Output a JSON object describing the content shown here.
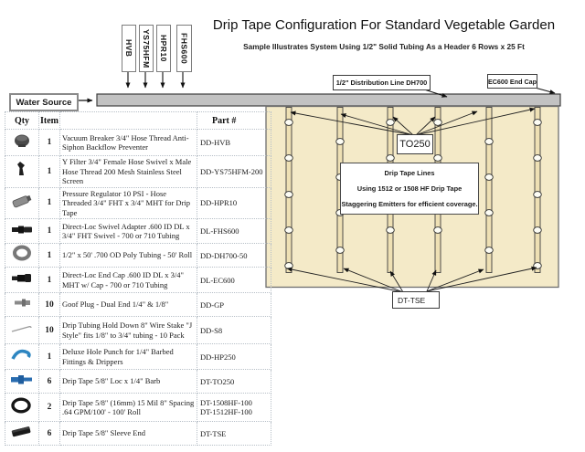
{
  "title": "Drip Tape Configuration For Standard Vegetable Garden",
  "subtitle": "Sample Illustrates System Using 1/2\" Solid Tubing As a Header  6 Rows x 25 Ft",
  "header_components": [
    {
      "label": "HVB"
    },
    {
      "label": "YS75HFM"
    },
    {
      "label": "HPR10"
    },
    {
      "label": "FHS600"
    }
  ],
  "water_source_label": "Water Source",
  "distribution_line_label": "1/2\" Distribution Line DH700",
  "end_cap_label": "EC600 End Cap",
  "diagram": {
    "rows": 6,
    "row_length_ft": 25,
    "to250_label": "TO250",
    "info_box": {
      "line1": "Drip Tape Lines",
      "line2": "Using 1512 or 1508 HF Drip Tape",
      "line3": "Staggering Emitters for efficient coverage."
    },
    "tse_label": "DT-TSE",
    "colors": {
      "bed_fill": "#f4eac8",
      "strip_fill": "#eee0b4",
      "pipe_fill": "#c2c2c2",
      "accent_blue": "#2e86c1"
    }
  },
  "table": {
    "headers": {
      "qty": "Qty",
      "item": "Item",
      "part": "Part #"
    },
    "rows": [
      {
        "icon": "vacuum-breaker-icon",
        "qty": "1",
        "desc": "Vacuum Breaker 3/4\" Hose Thread Anti-Siphon Backflow Preventer",
        "part": "DD-HVB"
      },
      {
        "icon": "y-filter-icon",
        "qty": "1",
        "desc": "Y Filter 3/4\" Female Hose Swivel x Male Hose Thread 200 Mesh Stainless Steel Screen",
        "part": "DD-YS75HFM-200"
      },
      {
        "icon": "pressure-regulator-icon",
        "qty": "1",
        "desc": "Pressure Regulator 10 PSI - Hose Threaded 3/4\" FHT x 3/4\" MHT for Drip Tape",
        "part": "DD-HPR10"
      },
      {
        "icon": "swivel-adapter-icon",
        "qty": "1",
        "desc": "Direct-Loc Swivel Adapter .600 ID DL x 3/4\" FHT Swivel - 700 or 710 Tubing",
        "part": "DL-FHS600"
      },
      {
        "icon": "poly-tubing-roll-icon",
        "qty": "1",
        "desc": "1/2\" x 50' .700 OD Poly Tubing - 50' Roll",
        "part": "DD-DH700-50"
      },
      {
        "icon": "end-cap-icon",
        "qty": "1",
        "desc": "Direct-Loc End Cap .600 ID DL x 3/4\" MHT w/ Cap - 700 or 710 Tubing",
        "part": "DL-EC600"
      },
      {
        "icon": "goof-plug-icon",
        "qty": "10",
        "desc": "Goof Plug - Dual End 1/4\" & 1/8\"",
        "part": "DD-GP"
      },
      {
        "icon": "wire-stake-icon",
        "qty": "10",
        "desc": "Drip Tubing Hold Down 8\" Wire Stake \"J Style\" fits 1/8\" to 3/4\" tubing - 10 Pack",
        "part": "DD-S8"
      },
      {
        "icon": "hole-punch-icon",
        "qty": "1",
        "desc": "Deluxe Hole Punch for 1/4\" Barbed Fittings & Drippers",
        "part": "DD-HP250"
      },
      {
        "icon": "tape-loc-barb-icon",
        "qty": "6",
        "desc": "Drip Tape 5/8\" Loc x 1/4\" Barb",
        "part": "DT-TO250"
      },
      {
        "icon": "drip-tape-roll-icon",
        "qty": "2",
        "desc": "Drip Tape 5/8\" (16mm) 15 Mil 8\" Spacing .64 GPM/100' - 100' Roll",
        "part": "DT-1508HF-100\nDT-1512HF-100"
      },
      {
        "icon": "sleeve-end-icon",
        "qty": "6",
        "desc": "Drip Tape 5/8\" Sleeve End",
        "part": "DT-TSE"
      }
    ]
  }
}
